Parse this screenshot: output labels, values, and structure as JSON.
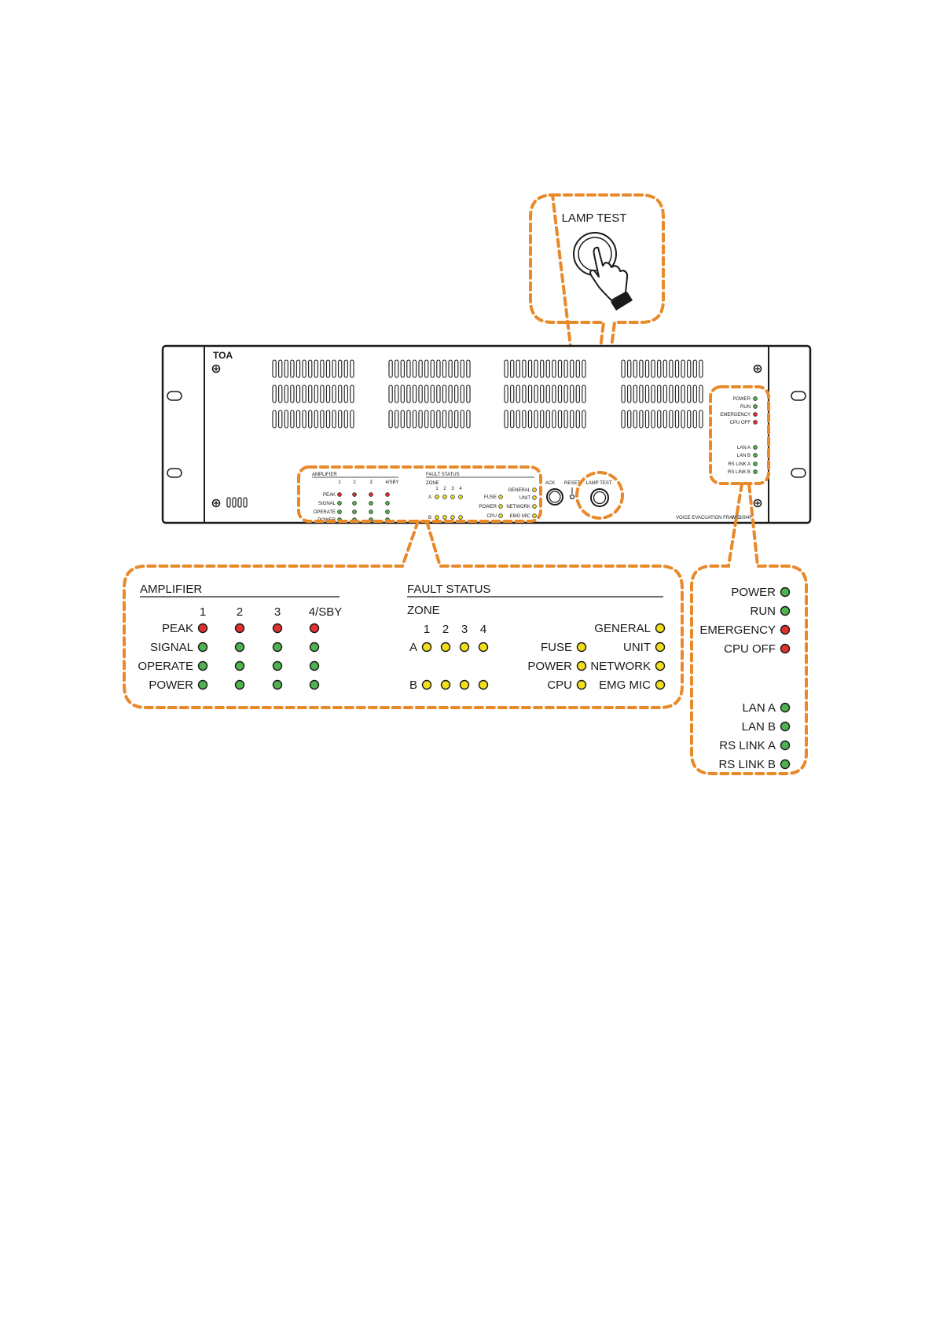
{
  "colors": {
    "red": "#e03030",
    "green": "#4fb24f",
    "yellow": "#f2de1a",
    "orange": "#e8892a",
    "line": "#1a1a1a"
  },
  "lamp_test_callout": {
    "title": "LAMP TEST",
    "icon": "finger-press-icon"
  },
  "device": {
    "logo": "TOA",
    "model_label": "VOICE EVACUATION FRAME",
    "model_number": "VX-3004F",
    "buttons": {
      "ack": "ACK",
      "reset": "RESET",
      "lamp_test": "LAMP TEST"
    },
    "amplifier": {
      "title": "AMPLIFIER",
      "columns": [
        "1",
        "2",
        "3",
        "4/SBY"
      ],
      "rows": [
        {
          "label": "PEAK",
          "color": "red"
        },
        {
          "label": "SIGNAL",
          "color": "green"
        },
        {
          "label": "OPERATE",
          "color": "green"
        },
        {
          "label": "POWER",
          "color": "green"
        }
      ]
    },
    "fault_status": {
      "title": "FAULT STATUS",
      "zone_label": "ZONE",
      "zone_columns": [
        "1",
        "2",
        "3",
        "4"
      ],
      "zone_rows": [
        "A",
        "B"
      ],
      "middle": [
        "FUSE",
        "POWER",
        "CPU"
      ],
      "right": [
        "GENERAL",
        "UNIT",
        "NETWORK",
        "EMG MIC"
      ]
    },
    "system": {
      "top": [
        {
          "label": "POWER",
          "color": "green"
        },
        {
          "label": "RUN",
          "color": "green"
        },
        {
          "label": "EMERGENCY",
          "color": "red"
        },
        {
          "label": "CPU OFF",
          "color": "red"
        }
      ],
      "bottom": [
        {
          "label": "LAN A",
          "color": "green"
        },
        {
          "label": "LAN B",
          "color": "green"
        },
        {
          "label": "RS LINK A",
          "color": "green"
        },
        {
          "label": "RS LINK B",
          "color": "green"
        }
      ]
    }
  }
}
